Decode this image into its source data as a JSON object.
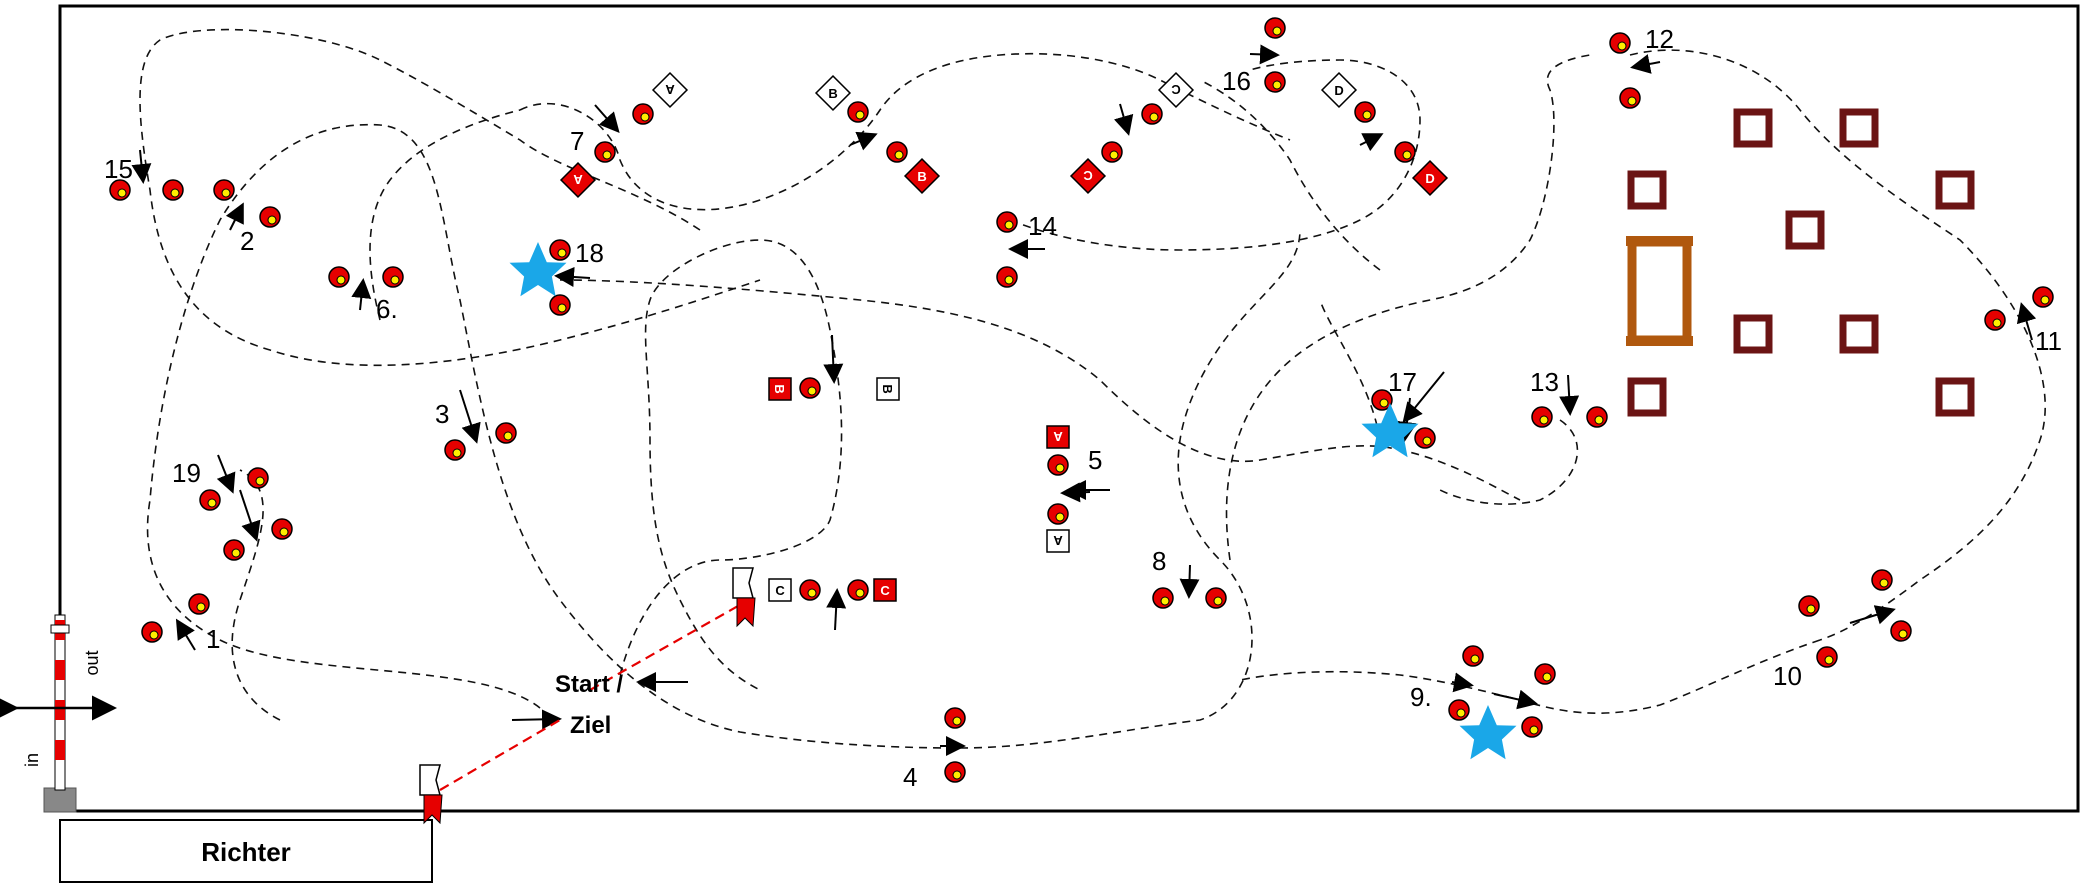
{
  "diagram": {
    "title_box": {
      "label": "Richter"
    },
    "start_finish": {
      "line1": "Start /",
      "line2": "Ziel"
    },
    "gate": {
      "in_label": "in",
      "out_label": "out"
    },
    "obstacle_numbers": [
      "1",
      "2",
      "3",
      "4",
      "5",
      "6.",
      "7",
      "8",
      "9.",
      "10",
      "11",
      "12",
      "13",
      "14",
      "15",
      "16",
      "17",
      "18",
      "19"
    ],
    "sign_letters": [
      "A",
      "B",
      "C",
      "D"
    ],
    "colors": {
      "cone_red": "#e60000",
      "cone_yellow": "#ffee00",
      "star_blue": "#1aa7e8",
      "square_brown": "#6b1414",
      "table_brown": "#b0580e",
      "dash_path": "#111111",
      "red_line": "#e60000"
    },
    "icons": [
      "cone-icon",
      "star-icon",
      "letter-sign-icon",
      "flag-icon",
      "arrow-icon",
      "barrier-pole-icon"
    ]
  }
}
